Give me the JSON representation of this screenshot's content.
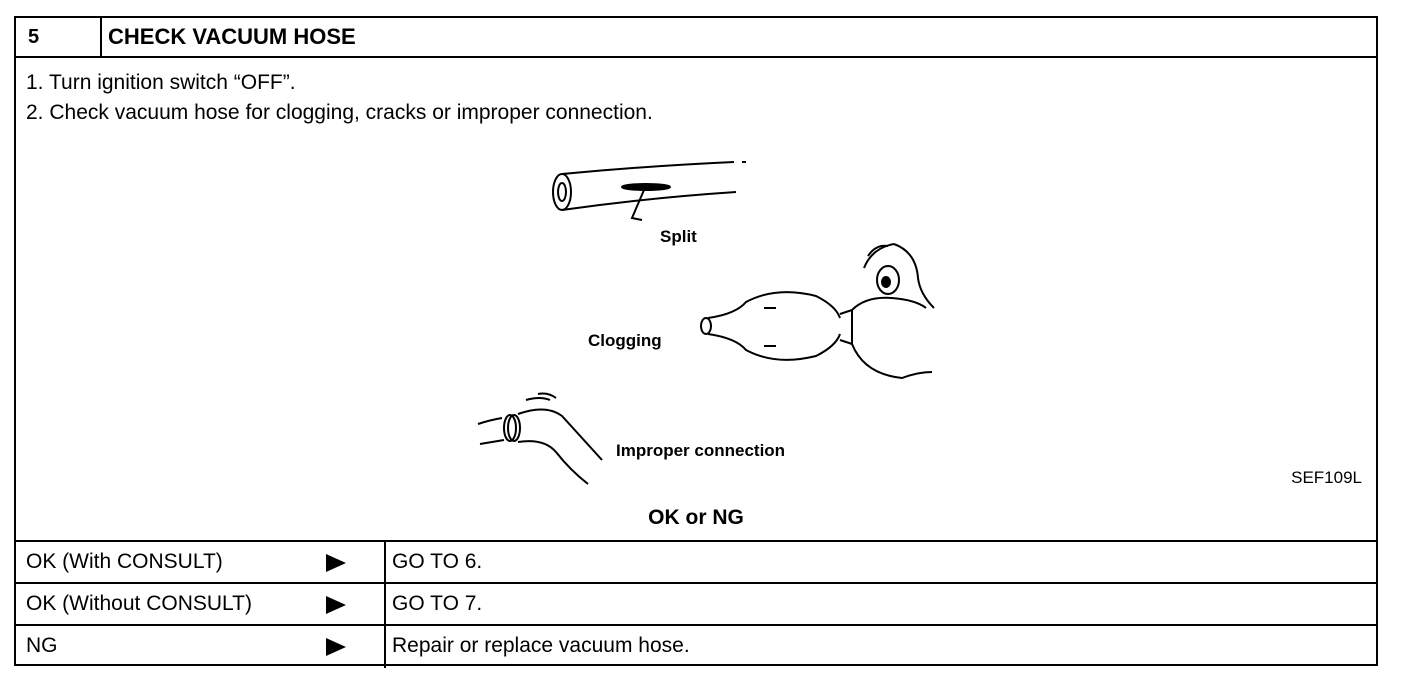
{
  "step": {
    "number": "5",
    "title": "CHECK VACUUM HOSE"
  },
  "instructions": [
    "1. Turn ignition switch “OFF”.",
    "2. Check vacuum hose for clogging, cracks or improper connection."
  ],
  "illustration": {
    "labels": {
      "split": "Split",
      "clogging": "Clogging",
      "improper": "Improper connection"
    },
    "code": "SEF109L"
  },
  "result_title": "OK or NG",
  "results": [
    {
      "condition": "OK (With CONSULT)",
      "action": "GO TO 6."
    },
    {
      "condition": "OK (Without CONSULT)",
      "action": "GO TO 7."
    },
    {
      "condition": "NG",
      "action": "Repair or replace vacuum hose."
    }
  ]
}
